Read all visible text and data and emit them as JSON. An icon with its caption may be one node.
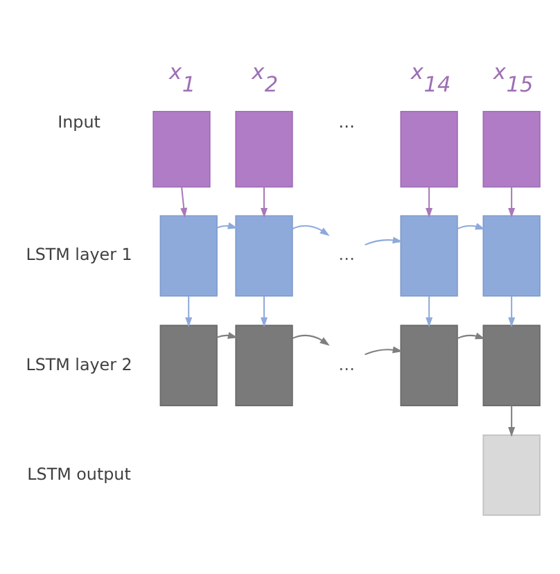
{
  "diagram": {
    "nodes": [
      {
        "text": [
          "x$_{1}$"
        ]
      },
      {
        "text": [
          "x$_{2}$"
        ]
      },
      {
        "text": [
          "x$_{14}$"
        ]
      },
      {
        "text": [
          "x$_{15}$"
        ]
      },
      {
        "text": [],
        "shape": "box"
      },
      {
        "text": [],
        "shape": "box"
      },
      {
        "text": [
          "…"
        ]
      },
      {
        "text": [],
        "shape": "box"
      },
      {
        "text": [],
        "shape": "box"
      },
      {
        "text": [],
        "shape": "box"
      },
      {
        "text": [],
        "shape": "box"
      },
      {
        "text": [
          "…"
        ]
      },
      {
        "text": [],
        "shape": "box"
      },
      {
        "text": [],
        "shape": "box"
      },
      {
        "text": [],
        "shape": "box"
      }
    ],
    "edges": [
      {
        "from": 0,
        "to": 4,
        "arrow": "to",
        "color": "#a879b8"
      },
      {
        "from": 1,
        "to": 5,
        "arrow": "to",
        "color": "#a879b8"
      },
      {
        "from": 2,
        "to": 7,
        "arrow": "to",
        "color": "#a879b8"
      },
      {
        "from": 3,
        "to": 8,
        "arrow": "to",
        "color": "#a879b8"
      },
      {
        "from": 4,
        "to": 5,
        "arrow": "to"
      },
      {
        "from": 5,
        "to": 6,
        "arrow": "to"
      },
      {
        "from": 6,
        "to": 7,
        "arrow": "to"
      },
      {
        "from": 7,
        "to": 8,
        "arrow": "to"
      },
      {
        "from": 4,
        "to": 9,
        "arrow": "to"
      },
      {
        "from": 5,
        "to": 10,
        "arrow": "to"
      },
      {
        "from": 7,
        "to": 12,
        "arrow": "to"
      },
      {
        "from": 8,
        "to": 13,
        "arrow": "to"
      },
      {
        "from": 9,
        "to": 10,
        "arrow": "to",
        "color": "#7f7f7f"
      },
      {
        "from": 10,
        "to": 11,
        "arrow": "to",
        "color": "#7f7f7f"
      },
      {
        "from": 11,
        "to": 12,
        "arrow": "to",
        "color": "#7f7f7f"
      },
      {
        "from": 12,
        "to": 13,
        "arrow": "to",
        "color": "#7f7f7f"
      },
      {
        "from": 13,
        "to": 14,
        "arrow": "to",
        "color": "#7f7f7f"
      }
    ],
    "labels": [
      "Input",
      "…",
      "LSTM layer 1",
      "LSTM layer 2",
      "LSTM output"
    ]
  }
}
